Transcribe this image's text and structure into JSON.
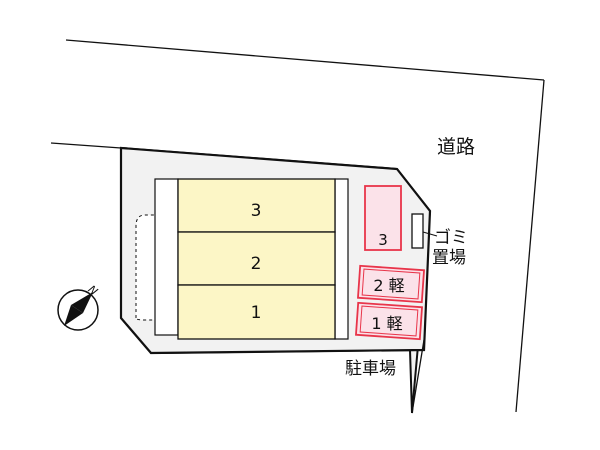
{
  "labels": {
    "road": "道路",
    "parking": "駐車場",
    "garbage_line1": "ゴミ",
    "garbage_line2": "置場",
    "north": "N"
  },
  "units": [
    {
      "label": "3"
    },
    {
      "label": "2"
    },
    {
      "label": "1"
    }
  ],
  "parking_spaces": [
    {
      "label": "3"
    },
    {
      "label": "2 軽"
    },
    {
      "label": "1 軽"
    }
  ],
  "colors": {
    "lot_fill": "#f2f2f2",
    "building_fill": "#fcf6c6",
    "parking_red": "#e8354a",
    "parking_pink": "#fbe2e9",
    "line": "#111111"
  }
}
